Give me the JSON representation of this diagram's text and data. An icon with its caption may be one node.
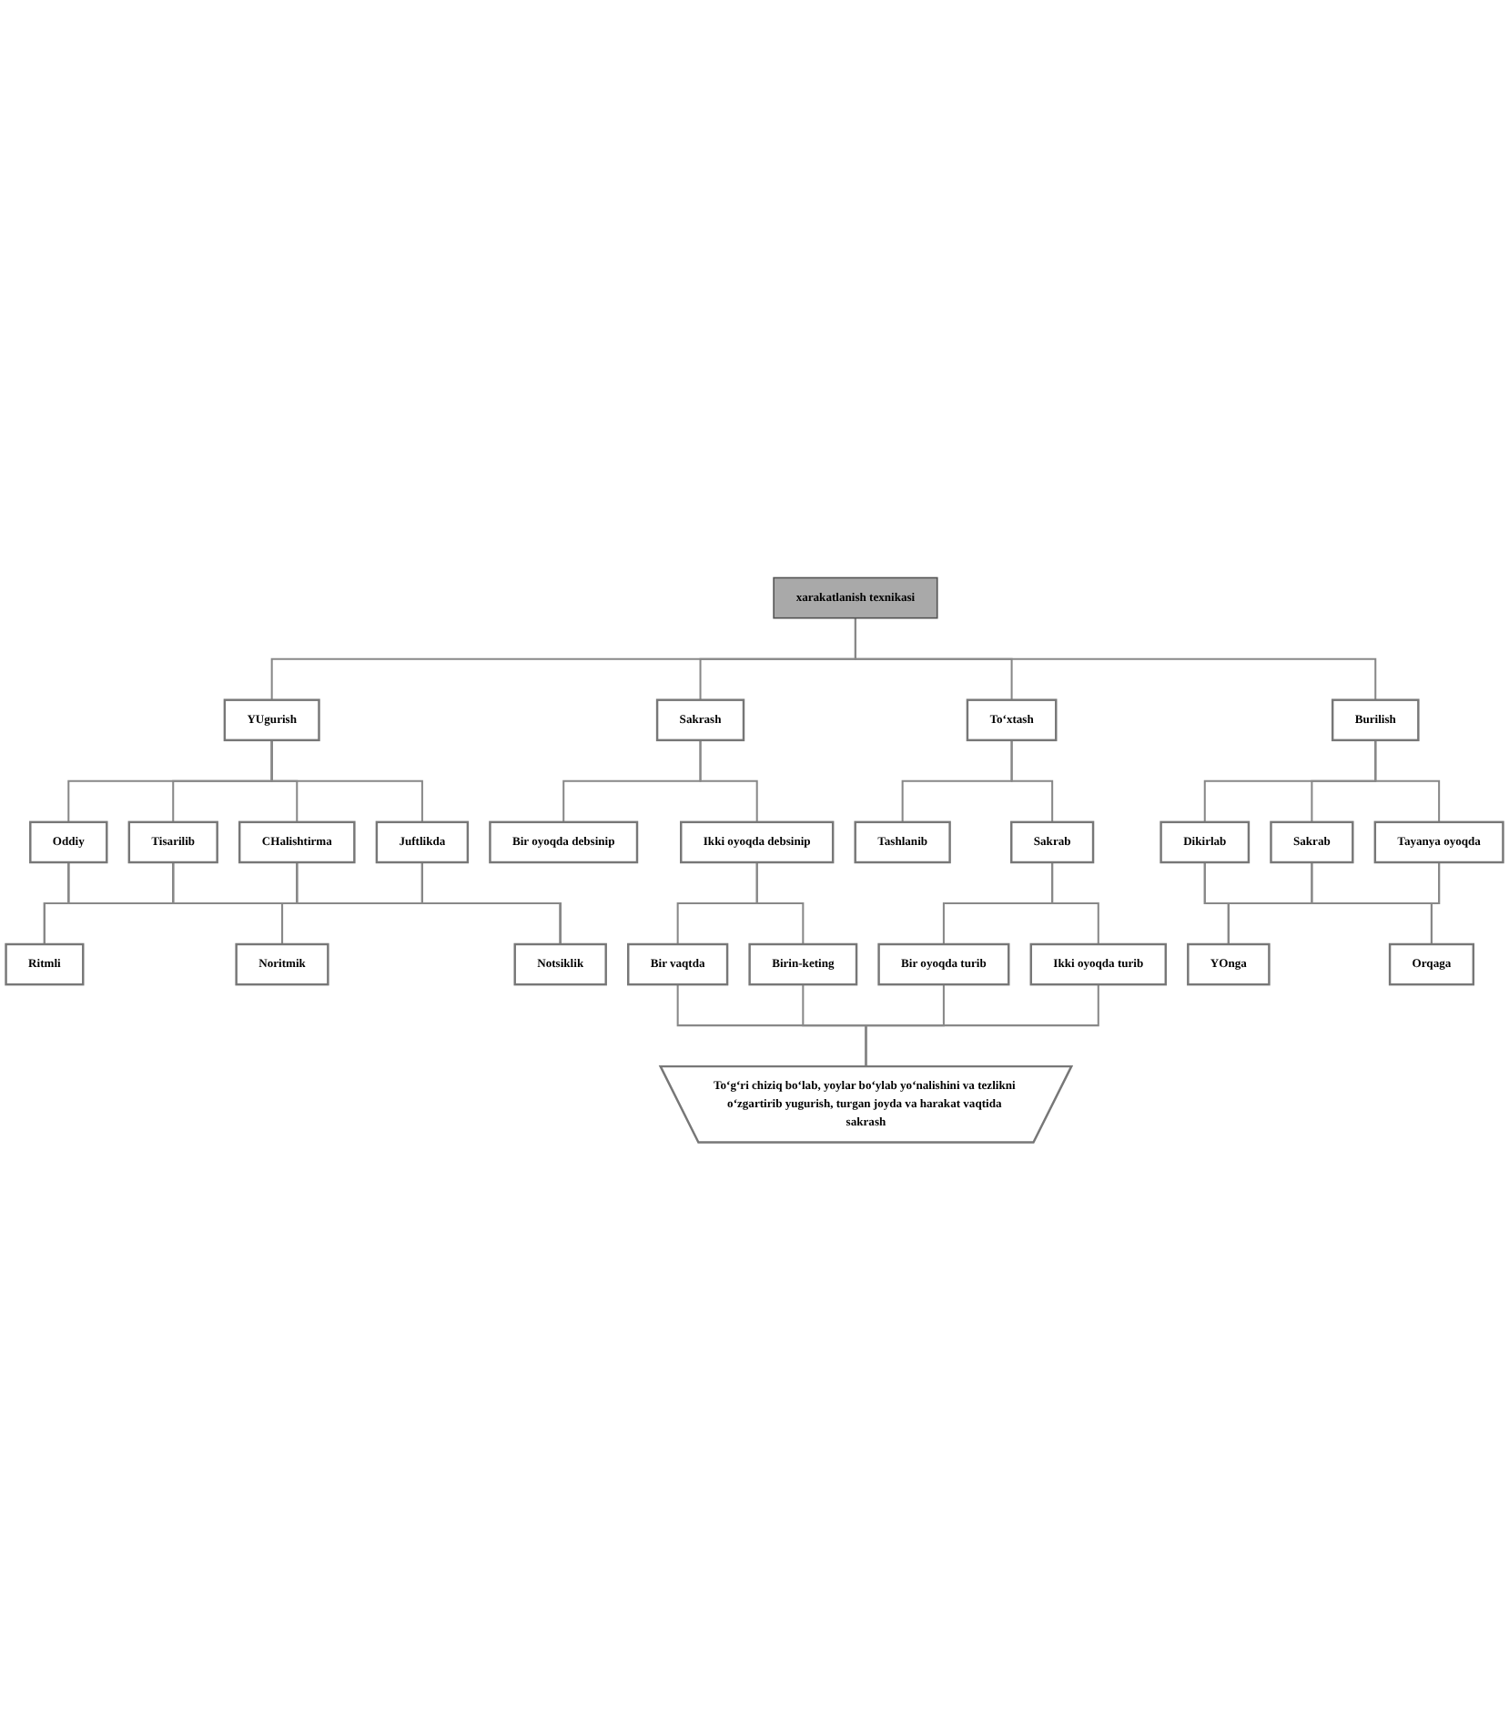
{
  "diagram": {
    "nodes": [
      {
        "text": [
          "xarakatlanish texnikasi"
        ]
      },
      {
        "text": [
          "YUgurish"
        ]
      },
      {
        "text": [
          "Sakrash"
        ]
      },
      {
        "text": [
          "To‘xtash"
        ]
      },
      {
        "text": [
          "Burilish"
        ]
      },
      {
        "text": [
          "Oddiy"
        ]
      },
      {
        "text": [
          "Tisarilib"
        ]
      },
      {
        "text": [
          "CHalishtirma"
        ]
      },
      {
        "text": [
          "Juftlikda"
        ]
      },
      {
        "text": [
          "Bir oyoqda debsinip"
        ]
      },
      {
        "text": [
          "Ikki oyoqda debsinip"
        ]
      },
      {
        "text": [
          "Tashlanib"
        ]
      },
      {
        "text": [
          "Sakrab"
        ]
      },
      {
        "text": [
          "Dikirlab"
        ]
      },
      {
        "text": [
          "Sakrab"
        ]
      },
      {
        "text": [
          "Tayanya oyoqda"
        ]
      },
      {
        "text": [
          "Ritmli"
        ]
      },
      {
        "text": [
          "Noritmik"
        ]
      },
      {
        "text": [
          "Notsiklik"
        ]
      },
      {
        "text": [
          "Bir vaqtda"
        ]
      },
      {
        "text": [
          "Birin-keting"
        ]
      },
      {
        "text": [
          "Bir oyoqda turib"
        ]
      },
      {
        "text": [
          "Ikki oyoqda turib"
        ]
      },
      {
        "text": [
          "YOnga"
        ]
      },
      {
        "text": [
          "Orqaga"
        ]
      },
      {
        "text": [
          "To‘g‘ri chiziq bo‘lab, yoylar bo‘ylab yo‘nalishini va tezlikni o‘zgartirib yugurish, turgan joyda va harakat vaqtida sakrash"
        ]
      }
    ],
    "edges": [
      {
        "from": 0,
        "to": 1,
        "arrow": "none"
      },
      {
        "from": 0,
        "to": 2,
        "arrow": "none"
      },
      {
        "from": 0,
        "to": 3,
        "arrow": "none"
      },
      {
        "from": 0,
        "to": 4,
        "arrow": "none"
      },
      {
        "from": 1,
        "to": 5,
        "arrow": "none"
      },
      {
        "from": 1,
        "to": 6,
        "arrow": "none"
      },
      {
        "from": 1,
        "to": 7,
        "arrow": "none"
      },
      {
        "from": 1,
        "to": 8,
        "arrow": "none"
      },
      {
        "from": 2,
        "to": 9,
        "arrow": "none"
      },
      {
        "from": 2,
        "to": 10,
        "arrow": "none"
      },
      {
        "from": 3,
        "to": 11,
        "arrow": "none"
      },
      {
        "from": 3,
        "to": 12,
        "arrow": "none"
      },
      {
        "from": 4,
        "to": 13,
        "arrow": "none"
      },
      {
        "from": 4,
        "to": 14,
        "arrow": "none"
      },
      {
        "from": 4,
        "to": 15,
        "arrow": "none"
      },
      {
        "from": 5,
        "to": 16,
        "arrow": "none"
      },
      {
        "from": 5,
        "to": 17,
        "arrow": "none"
      },
      {
        "from": 5,
        "to": 18,
        "arrow": "none"
      },
      {
        "from": 6,
        "to": 16,
        "arrow": "none"
      },
      {
        "from": 6,
        "to": 17,
        "arrow": "none"
      },
      {
        "from": 6,
        "to": 18,
        "arrow": "none"
      },
      {
        "from": 7,
        "to": 16,
        "arrow": "none"
      },
      {
        "from": 7,
        "to": 17,
        "arrow": "none"
      },
      {
        "from": 7,
        "to": 18,
        "arrow": "none"
      },
      {
        "from": 8,
        "to": 16,
        "arrow": "none"
      },
      {
        "from": 8,
        "to": 17,
        "arrow": "none"
      },
      {
        "from": 8,
        "to": 18,
        "arrow": "none"
      },
      {
        "from": 10,
        "to": 19,
        "arrow": "none"
      },
      {
        "from": 10,
        "to": 20,
        "arrow": "none"
      },
      {
        "from": 12,
        "to": 21,
        "arrow": "none"
      },
      {
        "from": 12,
        "to": 22,
        "arrow": "none"
      },
      {
        "from": 13,
        "to": 23,
        "arrow": "none"
      },
      {
        "from": 13,
        "to": 24,
        "arrow": "none"
      },
      {
        "from": 14,
        "to": 23,
        "arrow": "none"
      },
      {
        "from": 14,
        "to": 24,
        "arrow": "none"
      },
      {
        "from": 15,
        "to": 23,
        "arrow": "none"
      },
      {
        "from": 15,
        "to": 24,
        "arrow": "none"
      },
      {
        "from": 19,
        "to": 25,
        "arrow": "none"
      },
      {
        "from": 20,
        "to": 25,
        "arrow": "none"
      },
      {
        "from": 21,
        "to": 25,
        "arrow": "none"
      },
      {
        "from": 22,
        "to": 25,
        "arrow": "none"
      }
    ]
  }
}
